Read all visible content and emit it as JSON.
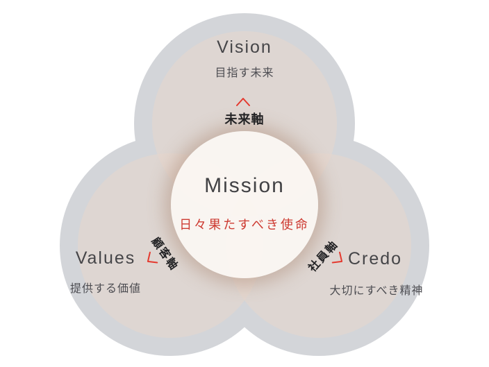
{
  "diagram": {
    "center": {
      "title": "Mission",
      "subtitle": "日々果たすべき使命"
    },
    "nodes": [
      {
        "id": "vision",
        "title": "Vision",
        "subtitle": "目指す未来"
      },
      {
        "id": "values",
        "title": "Values",
        "subtitle": "提供する価値"
      },
      {
        "id": "credo",
        "title": "Credo",
        "subtitle": "大切にすべき精神"
      }
    ],
    "axes": [
      {
        "id": "future",
        "label": "未来軸"
      },
      {
        "id": "customer",
        "label": "顧客軸"
      },
      {
        "id": "employee",
        "label": "社員軸"
      }
    ],
    "colors": {
      "accent_red": "#cd3a31",
      "caret_red": "#e4392e",
      "circle_gray": "#d3d5d9",
      "circle_beige": "#f2e9e3",
      "center_white": "#fcf9f6",
      "text_dark": "#454548"
    }
  }
}
